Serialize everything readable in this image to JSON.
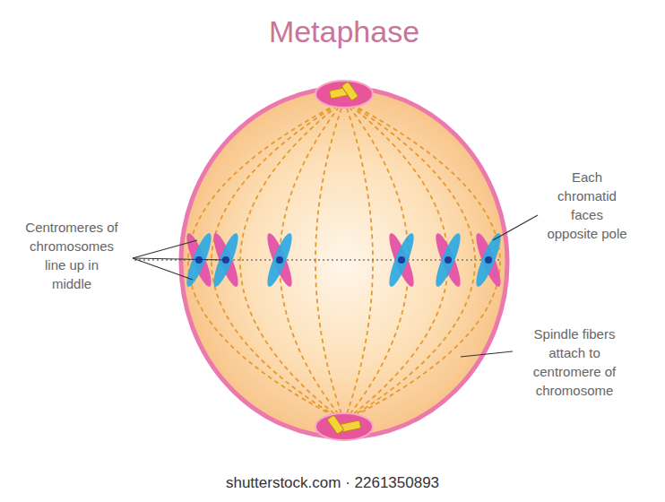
{
  "diagram": {
    "title": "Metaphase",
    "labels": [
      "Centromeres of chromosomes line up in middle",
      "Each chromatid faces opposite pole",
      "Spindle fibers attach to centromere of chromosome",
      "shutterstock.com · 2261350893"
    ]
  }
}
